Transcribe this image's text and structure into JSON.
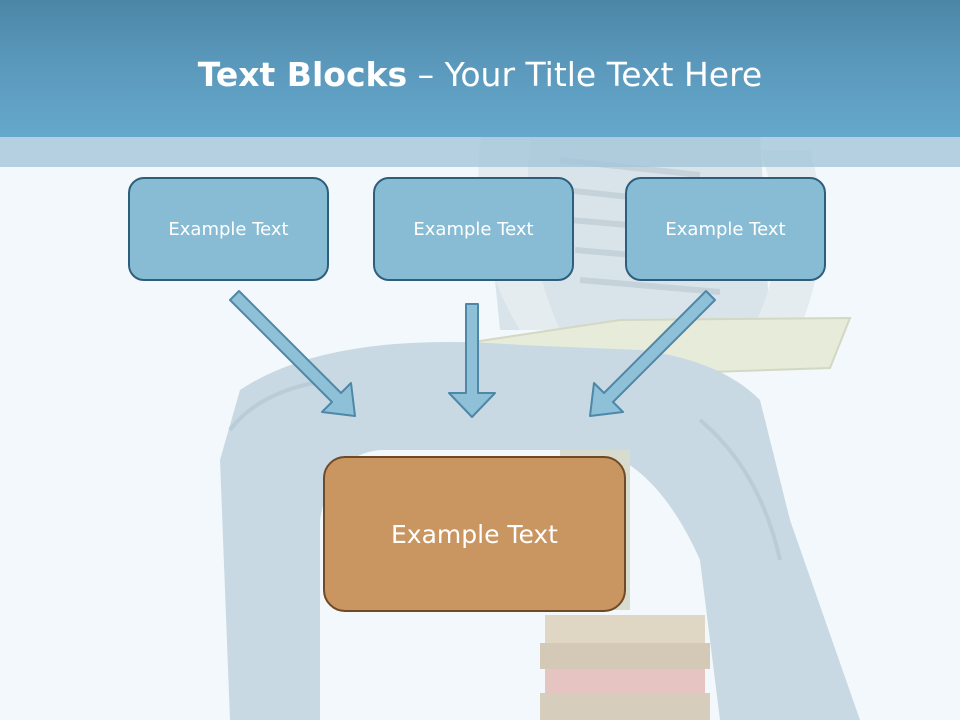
{
  "slide": {
    "title_bold": "Text Blocks",
    "title_dash": " – ",
    "title_rest": "Your Title Text Here"
  },
  "diagram": {
    "top_boxes": [
      {
        "label": "Example Text"
      },
      {
        "label": "Example Text"
      },
      {
        "label": "Example Text"
      }
    ],
    "bottom_box": {
      "label": "Example Text"
    }
  },
  "colors": {
    "header": "#5a98bb",
    "top_box_fill": "#88bcd5",
    "top_box_border": "#2d5f7d",
    "bottom_box_fill": "#c99560",
    "bottom_box_border": "#6e4a26",
    "arrow_fill": "#8ec0d8",
    "arrow_stroke": "#4f87a8"
  }
}
